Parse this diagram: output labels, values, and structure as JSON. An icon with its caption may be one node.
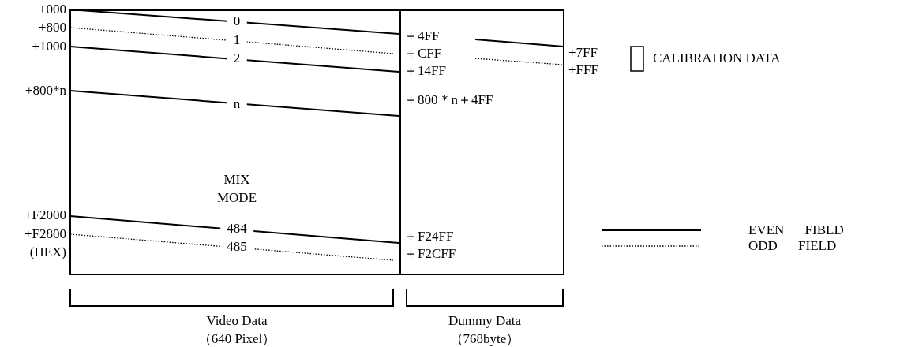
{
  "diagram": {
    "nodes": [
      {
        "text": [
          "MIX MODE"
        ]
      },
      {
        "text": [],
        "shape": "box"
      }
    ],
    "labels": [
      "+000",
      "0",
      "＋4FF",
      "+800",
      "1",
      "＋CFF",
      "+7FF",
      "+1000",
      "2",
      "＋14FF",
      "+FFF",
      "+800*n",
      "n",
      "＋800＊n＋4FF",
      "+F2000",
      "484",
      "+F2800",
      "＋F24FF",
      "485",
      "(HEX)",
      "＋F2CFF",
      "Video Data （640 Pixel）",
      "Dummy Data （768byte）"
    ],
    "legend": [
      {
        "text": "CALIBRATION DATA"
      },
      {
        "text": "EVEN FIBLD"
      },
      {
        "text": "ODD FIELD"
      }
    ]
  }
}
